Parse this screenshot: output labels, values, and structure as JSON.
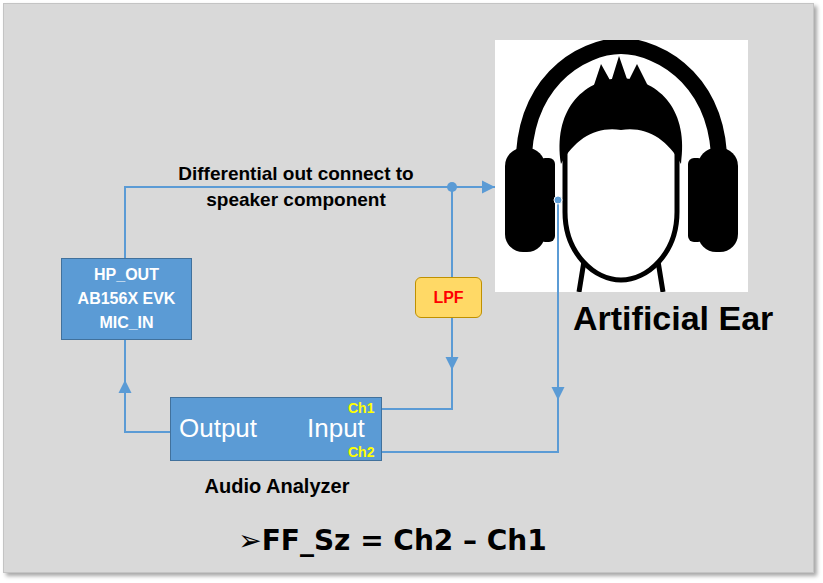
{
  "diagram": {
    "caption": "➢FF_Sz = Ch2 – Ch1",
    "nodes": [
      {
        "text": [
          "Artificial Ear"
        ]
      },
      {
        "text": [
          "HP_OUT",
          "AB156X EVK",
          "MIC_IN"
        ]
      },
      {
        "text": [
          "LPF"
        ]
      },
      {
        "text": [
          "Output",
          "Input",
          "Ch1",
          "Ch2",
          "Audio Analyzer"
        ]
      }
    ],
    "edges": [
      {
        "from": 1,
        "to": 0,
        "arrow": "to",
        "label": "Differential out connect to speaker component"
      },
      {
        "from": 1,
        "to": 2,
        "arrow": "none"
      },
      {
        "from": 2,
        "to": 3,
        "arrow": "to"
      },
      {
        "from": 0,
        "to": 3,
        "arrow": "to"
      },
      {
        "from": 3,
        "to": 1,
        "arrow": "to"
      }
    ]
  }
}
